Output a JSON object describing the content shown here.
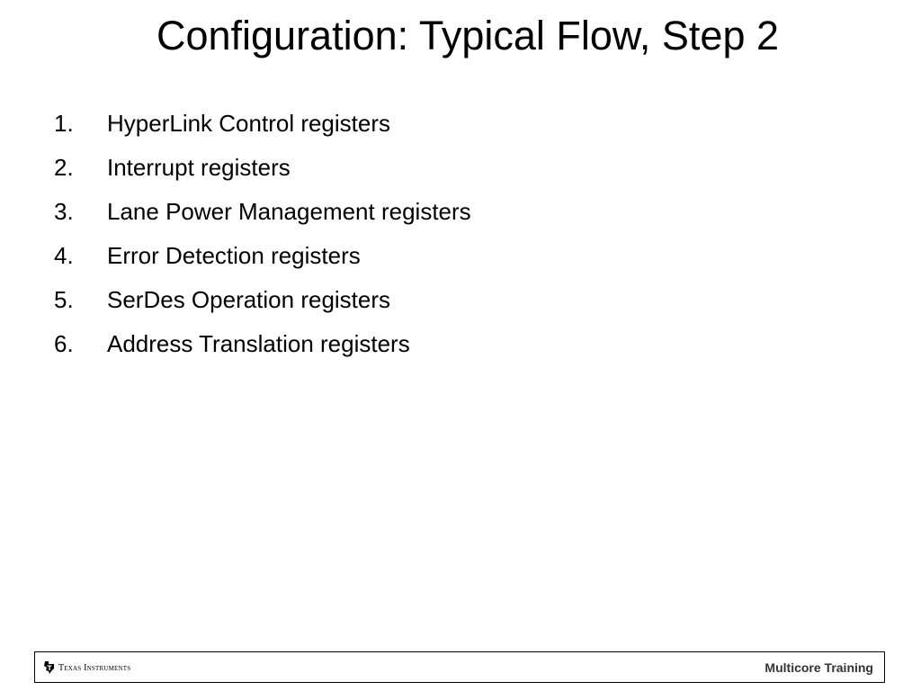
{
  "slide": {
    "title": "Configuration: Typical Flow, Step 2",
    "steps": [
      {
        "number": "1.",
        "label": "HyperLink Control registers"
      },
      {
        "number": "2.",
        "label": "Interrupt registers"
      },
      {
        "number": "3.",
        "label": "Lane Power Management registers"
      },
      {
        "number": "4.",
        "label": "Error Detection registers"
      },
      {
        "number": "5.",
        "label": "SerDes Operation registers"
      },
      {
        "number": "6.",
        "label": "Address Translation registers"
      }
    ]
  },
  "footer": {
    "logo_text": "Texas Instruments",
    "logo_icon": "ti-state-logo-icon",
    "label": "Multicore Training"
  }
}
